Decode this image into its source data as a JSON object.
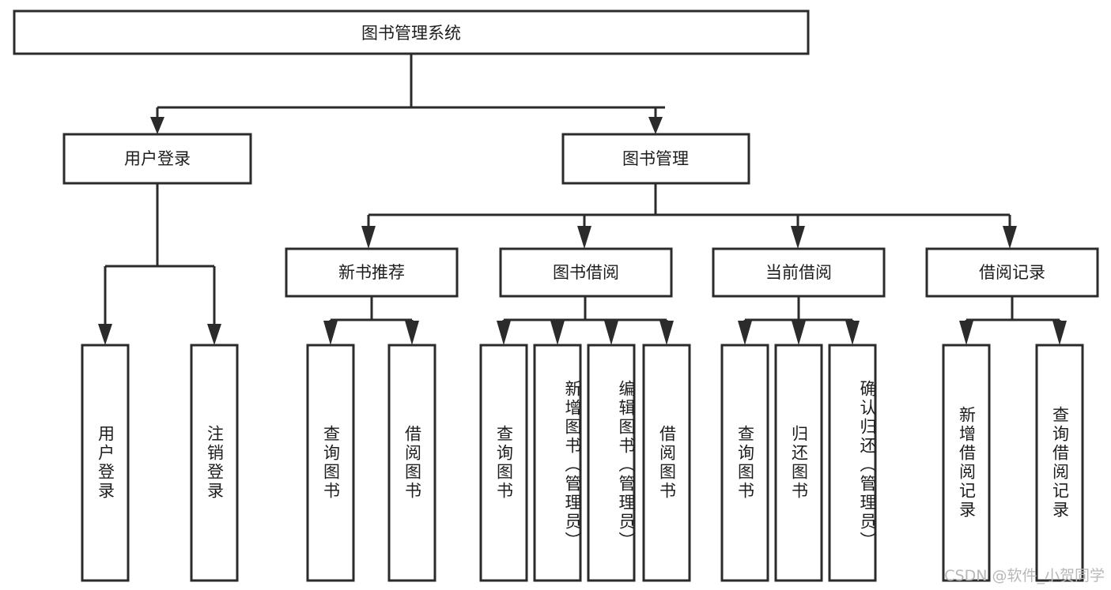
{
  "diagram": {
    "title": "图书管理系统",
    "type": "hierarchy-tree",
    "watermark": "CSDN @软件_小贺同学",
    "colors": {
      "stroke": "#2b2b2b",
      "fill": "#ffffff",
      "text": "#1d1d1d",
      "watermark": "#b8b8b8"
    },
    "root": {
      "label": "图书管理系统"
    },
    "level2": [
      {
        "label": "用户登录"
      },
      {
        "label": "图书管理"
      }
    ],
    "level3": [
      {
        "label": "新书推荐"
      },
      {
        "label": "图书借阅"
      },
      {
        "label": "当前借阅"
      },
      {
        "label": "借阅记录"
      }
    ],
    "leaves": {
      "user_login": [
        {
          "label": "用户登录"
        },
        {
          "label": "注销登录"
        }
      ],
      "new_book_recommend": [
        {
          "label": "查询图书"
        },
        {
          "label": "借阅图书"
        }
      ],
      "book_borrow": [
        {
          "label": "查询图书"
        },
        {
          "label": "新增图书（管理员）"
        },
        {
          "label": "编辑图书（管理员）"
        },
        {
          "label": "借阅图书"
        }
      ],
      "current_borrow": [
        {
          "label": "查询图书"
        },
        {
          "label": "归还图书"
        },
        {
          "label": "确认归还（管理员）"
        }
      ],
      "borrow_record": [
        {
          "label": "新增借阅记录"
        },
        {
          "label": "查询借阅记录"
        }
      ]
    }
  }
}
